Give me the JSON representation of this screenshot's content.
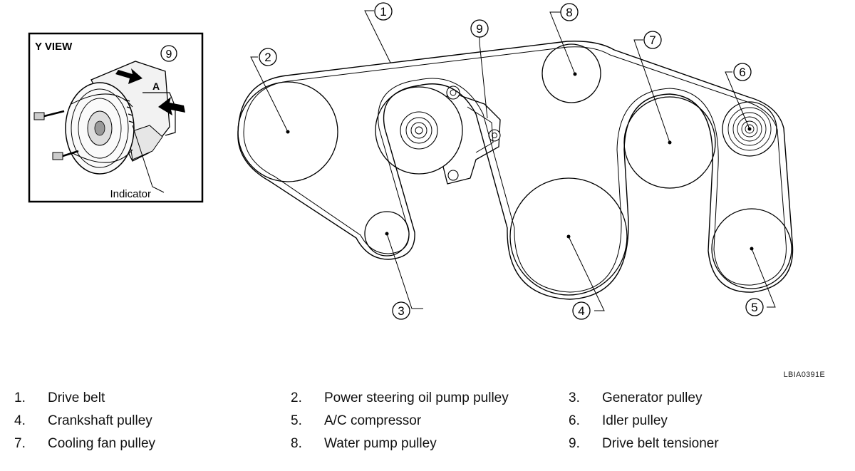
{
  "inset": {
    "title": "Y VIEW",
    "callout": "9",
    "arrow_label": "A",
    "indicator_label": "Indicator"
  },
  "callouts": [
    "1",
    "2",
    "3",
    "4",
    "5",
    "6",
    "7",
    "8",
    "9"
  ],
  "figure_code": "LBIA0391E",
  "legend": [
    {
      "num": "1.",
      "label": "Drive belt"
    },
    {
      "num": "2.",
      "label": "Power steering oil pump pulley"
    },
    {
      "num": "3.",
      "label": "Generator pulley"
    },
    {
      "num": "4.",
      "label": "Crankshaft pulley"
    },
    {
      "num": "5.",
      "label": "A/C compressor"
    },
    {
      "num": "6.",
      "label": "Idler pulley"
    },
    {
      "num": "7.",
      "label": "Cooling fan pulley"
    },
    {
      "num": "8.",
      "label": "Water pump pulley"
    },
    {
      "num": "9.",
      "label": "Drive belt tensioner"
    }
  ]
}
